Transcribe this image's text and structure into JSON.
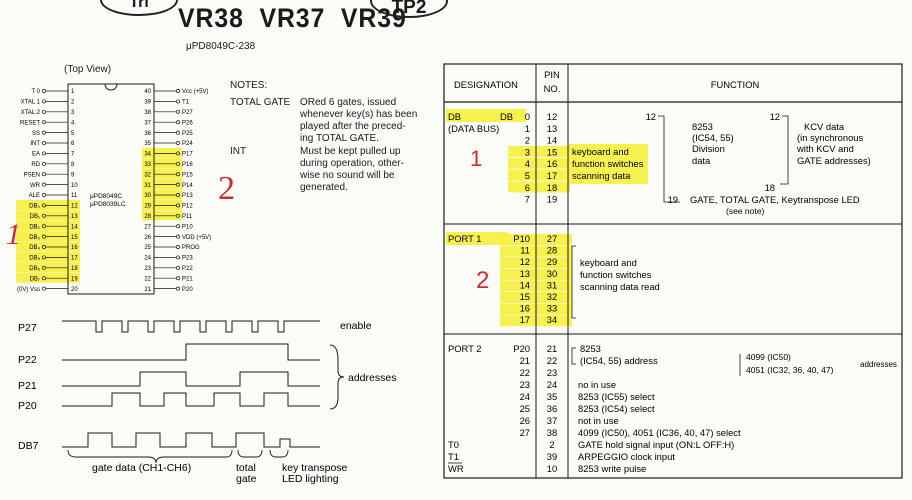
{
  "header": {
    "models": "VR38  VR37  VR39",
    "badge_left": "Tri",
    "badge_right": "TP2",
    "chip_id": "μPD8049C-238"
  },
  "pinout": {
    "view_label": "(Top View)",
    "chip_name_1": "μPD8049C",
    "chip_name_2": "μPD8039LC",
    "left_pins": [
      {
        "num": "1",
        "name": "T 0"
      },
      {
        "num": "2",
        "name": "XTAL 1"
      },
      {
        "num": "3",
        "name": "XTAL 2"
      },
      {
        "num": "4",
        "name": "RESET"
      },
      {
        "num": "5",
        "name": "SS"
      },
      {
        "num": "6",
        "name": "INT"
      },
      {
        "num": "7",
        "name": "EA"
      },
      {
        "num": "8",
        "name": "RD"
      },
      {
        "num": "9",
        "name": "PSEN"
      },
      {
        "num": "10",
        "name": "WR"
      },
      {
        "num": "11",
        "name": "ALE"
      },
      {
        "num": "12",
        "name": "DB₀"
      },
      {
        "num": "13",
        "name": "DB₁"
      },
      {
        "num": "14",
        "name": "DB₂"
      },
      {
        "num": "15",
        "name": "DB₃"
      },
      {
        "num": "16",
        "name": "DB₄"
      },
      {
        "num": "17",
        "name": "DB₅"
      },
      {
        "num": "18",
        "name": "DB₆"
      },
      {
        "num": "19",
        "name": "DB₇"
      },
      {
        "num": "20",
        "name": "(0V) Vss"
      }
    ],
    "right_pins": [
      {
        "num": "40",
        "name": "Vcc (+5V)"
      },
      {
        "num": "39",
        "name": "T1"
      },
      {
        "num": "38",
        "name": "P27"
      },
      {
        "num": "37",
        "name": "P26"
      },
      {
        "num": "36",
        "name": "P25"
      },
      {
        "num": "35",
        "name": "P24"
      },
      {
        "num": "34",
        "name": "P17"
      },
      {
        "num": "33",
        "name": "P16"
      },
      {
        "num": "32",
        "name": "P15"
      },
      {
        "num": "31",
        "name": "P14"
      },
      {
        "num": "30",
        "name": "P13"
      },
      {
        "num": "29",
        "name": "P12"
      },
      {
        "num": "28",
        "name": "P11"
      },
      {
        "num": "27",
        "name": "P10"
      },
      {
        "num": "26",
        "name": "VDD (+5V)"
      },
      {
        "num": "25",
        "name": "PROG"
      },
      {
        "num": "24",
        "name": "P23"
      },
      {
        "num": "23",
        "name": "P22"
      },
      {
        "num": "22",
        "name": "P21"
      },
      {
        "num": "21",
        "name": "P20"
      }
    ],
    "annotation_1": "1",
    "annotation_2": "2"
  },
  "notes": {
    "heading": "NOTES:",
    "items": [
      {
        "term": "TOTAL GATE",
        "lines": [
          "ORed 6 gates, issued",
          "whenever key(s) has been",
          "played after the preced-",
          "ing TOTAL GATE."
        ]
      },
      {
        "term": "INT",
        "lines": [
          "Must be kept pulled up",
          "during operation, other-",
          "wise no sound will be",
          "generated."
        ]
      }
    ]
  },
  "timing": {
    "signals": [
      "P27",
      "P22",
      "P21",
      "P20",
      "DB7"
    ],
    "enable_label": "enable",
    "addresses_label": "addresses",
    "bottom_labels": [
      "gate data (CH1-CH6)",
      "total",
      "gate",
      "key transpose",
      "LED lighting"
    ]
  },
  "table": {
    "headers": {
      "designation": "DESIGNATION",
      "pin": "PIN",
      "pin2": "NO.",
      "function": "FUNCTION"
    },
    "db_section": {
      "designation_lines": [
        "DB",
        "DB",
        "(DATA BUS)"
      ],
      "rows": [
        {
          "bit": "0",
          "pin": "12"
        },
        {
          "bit": "1",
          "pin": "13"
        },
        {
          "bit": "2",
          "pin": "14"
        },
        {
          "bit": "3",
          "pin": "15"
        },
        {
          "bit": "4",
          "pin": "16"
        },
        {
          "bit": "5",
          "pin": "17"
        },
        {
          "bit": "6",
          "pin": "18"
        },
        {
          "bit": "7",
          "pin": "19"
        }
      ],
      "func_8253": [
        "8253",
        "(IC54, 55)",
        "Division",
        "data"
      ],
      "func_kcv": [
        "KCV data",
        "(in synchronous",
        "with KCV and",
        "GATE addresses)"
      ],
      "func_kb": [
        "keyboard and",
        "function switches",
        "scanning data"
      ],
      "func_gate": "GATE, TOTAL GATE, Keytranspose LED",
      "see_note": "(see note)",
      "marker_12a": "12",
      "marker_12b": "12",
      "marker_18": "18",
      "marker_19": "19",
      "annotation": "1"
    },
    "port1_section": {
      "designation": "PORT 1",
      "rows": [
        {
          "bit": "P10",
          "pin": "27"
        },
        {
          "bit": "11",
          "pin": "28"
        },
        {
          "bit": "12",
          "pin": "29"
        },
        {
          "bit": "13",
          "pin": "30"
        },
        {
          "bit": "14",
          "pin": "31"
        },
        {
          "bit": "15",
          "pin": "32"
        },
        {
          "bit": "16",
          "pin": "33"
        },
        {
          "bit": "17",
          "pin": "34"
        }
      ],
      "func": [
        "keyboard and",
        "function switches",
        "scanning data read"
      ],
      "annotation": "2"
    },
    "port2_section": {
      "designation": "PORT 2",
      "rows": [
        {
          "bit": "P20",
          "pin": "21",
          "func": "8253"
        },
        {
          "bit": "21",
          "pin": "22",
          "func": "(IC54, 55) address"
        },
        {
          "bit": "22",
          "pin": "23",
          "func": ""
        },
        {
          "bit": "23",
          "pin": "24",
          "func": "no in use"
        },
        {
          "bit": "24",
          "pin": "35",
          "func": "8253 (IC55) select"
        },
        {
          "bit": "25",
          "pin": "36",
          "func": "8253 (IC54) select"
        },
        {
          "bit": "26",
          "pin": "37",
          "func": "not in use"
        },
        {
          "bit": "27",
          "pin": "38",
          "func": "4099 (IC50), 4051 (IC36, 40, 47) select"
        }
      ],
      "addr_4099": "4099 (IC50)",
      "addr_4051": "4051 (IC32, 36, 40, 47)",
      "addresses": "addresses"
    },
    "misc_rows": [
      {
        "designation": "T0",
        "pin": "2",
        "func": "GATE hold signal input  (ON:L  OFF:H)"
      },
      {
        "designation": "T1",
        "pin": "39",
        "func": "ARPEGGIO clock input"
      },
      {
        "designation": "WR",
        "pin": "10",
        "func": "8253 write pulse"
      }
    ]
  },
  "colors": {
    "highlight": "#f6f03c",
    "red": "#d22b2b",
    "ink": "#1a1a1a"
  }
}
